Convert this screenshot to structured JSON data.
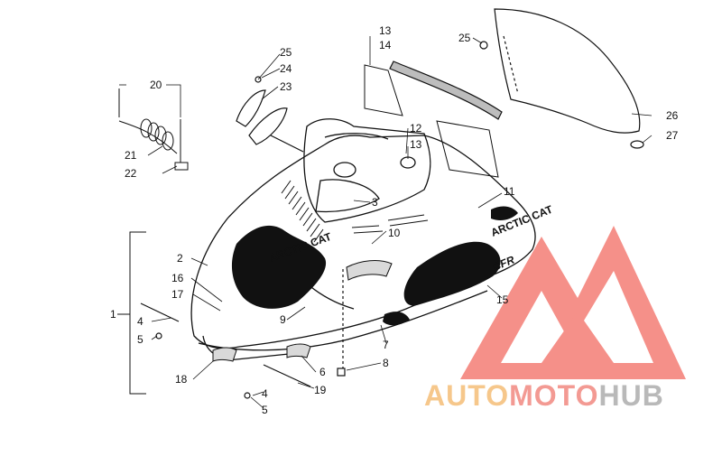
{
  "diagram": {
    "callouts": [
      "1",
      "2",
      "3",
      "4",
      "4",
      "5",
      "5",
      "6",
      "7",
      "8",
      "9",
      "10",
      "11",
      "12",
      "13",
      "13",
      "14",
      "15",
      "16",
      "17",
      "18",
      "19",
      "20",
      "21",
      "22",
      "23",
      "24",
      "25",
      "25",
      "26",
      "27"
    ],
    "decals": {
      "brand": "ARCTIC CAT",
      "model": "CFR",
      "hood_text": "ARCTIC CAT"
    }
  },
  "watermark": {
    "part1": "AUTO",
    "part2": "MOTO",
    "part3": "HUB",
    "colors": {
      "part1": "#f6c78b",
      "part2": "#f39a93",
      "part3": "#b9b9b9",
      "logo": "#f26b62"
    }
  }
}
